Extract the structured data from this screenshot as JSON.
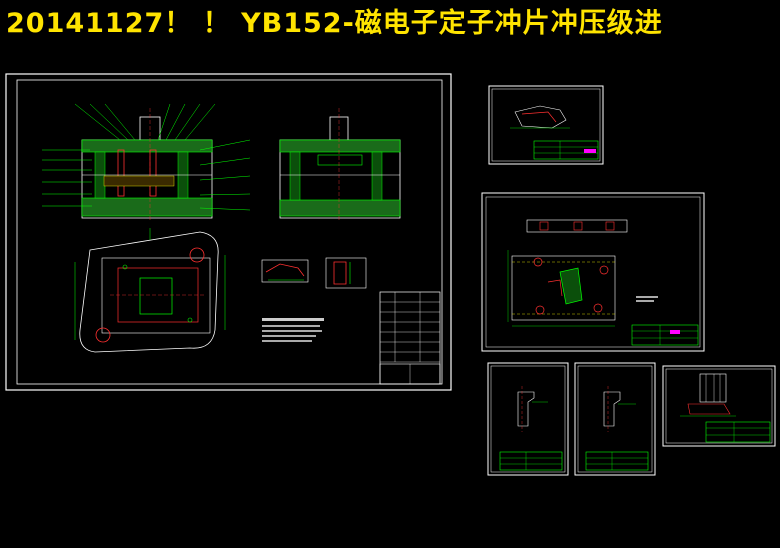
{
  "page": {
    "title": "20141127！ ！ YB152-磁电子定子冲片冲压级进"
  },
  "colors": {
    "background": "#000000",
    "title": "#FFE400",
    "sheet_border": "#FFFFFF",
    "line_green": "#00FF00",
    "line_red": "#FF3030",
    "line_yellow": "#FFFF00",
    "line_cyan": "#00FFFF",
    "line_magenta": "#FF00FF"
  },
  "sheets": [
    {
      "id": "main-assembly",
      "label": "main die assembly drawing"
    },
    {
      "id": "part-drawing-small",
      "label": "part drawing"
    },
    {
      "id": "die-plate",
      "label": "die plate drawing"
    },
    {
      "id": "punch-1",
      "label": "punch drawing"
    },
    {
      "id": "punch-2",
      "label": "punch drawing"
    },
    {
      "id": "punch-3",
      "label": "punch drawing"
    }
  ]
}
